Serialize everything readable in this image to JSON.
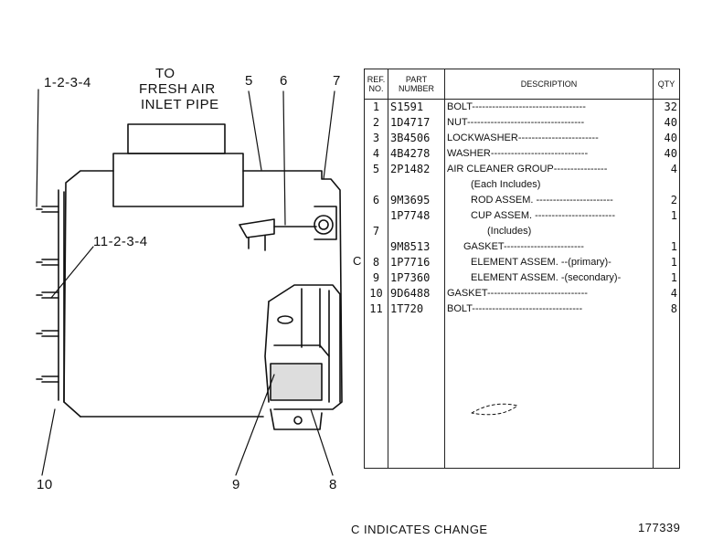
{
  "drawing": {
    "inlet_label": [
      "TO",
      "FRESH AIR",
      "INLET PIPE"
    ],
    "callouts": {
      "c1234_top": "1-2-3-4",
      "c5": "5",
      "c6": "6",
      "c7": "7",
      "c11234": "11-2-3-4",
      "c10": "10",
      "c9": "9",
      "c8": "8"
    },
    "change_marker": "C"
  },
  "parts_table": {
    "headers": {
      "ref": "REF. NO.",
      "part": "PART NUMBER",
      "desc": "DESCRIPTION",
      "qty": "QTY"
    },
    "rows": [
      {
        "ref": "1",
        "part": "S1591",
        "desc": "BOLT----------------------------------",
        "qty": "32"
      },
      {
        "ref": "2",
        "part": "1D4717",
        "desc": "NUT-----------------------------------",
        "qty": "40"
      },
      {
        "ref": "3",
        "part": "3B4506",
        "desc": "LOCKWASHER------------------------",
        "qty": "40"
      },
      {
        "ref": "4",
        "part": "4B4278",
        "desc": "WASHER-----------------------------",
        "qty": "40"
      },
      {
        "ref": "5",
        "part": "2P1482",
        "desc": "AIR CLEANER GROUP----------------",
        "qty": "4"
      },
      {
        "ref": "",
        "part": "",
        "desc": "(Each Includes)",
        "qty": ""
      },
      {
        "ref": "6",
        "part": "9M3695",
        "desc": "ROD ASSEM. -----------------------",
        "qty": "2"
      },
      {
        "ref": "",
        "part": "1P7748",
        "desc": "CUP ASSEM. ------------------------",
        "qty": "1"
      },
      {
        "ref": "7",
        "part": "",
        "desc": "(Includes)",
        "qty": ""
      },
      {
        "ref": "",
        "part": "9M8513",
        "desc": "GASKET------------------------",
        "qty": "1"
      },
      {
        "ref": "8",
        "part": "1P7716",
        "desc": "ELEMENT ASSEM. --(primary)-",
        "qty": "1"
      },
      {
        "ref": "9",
        "part": "1P7360",
        "desc": "ELEMENT ASSEM. -(secondary)-",
        "qty": "1"
      },
      {
        "ref": "10",
        "part": "9D6488",
        "desc": "GASKET------------------------------",
        "qty": "4"
      },
      {
        "ref": "11",
        "part": "1T720",
        "desc": "BOLT---------------------------------",
        "qty": "8"
      }
    ]
  },
  "footer": {
    "change_note": "C INDICATES CHANGE",
    "plate_number": "177339"
  }
}
